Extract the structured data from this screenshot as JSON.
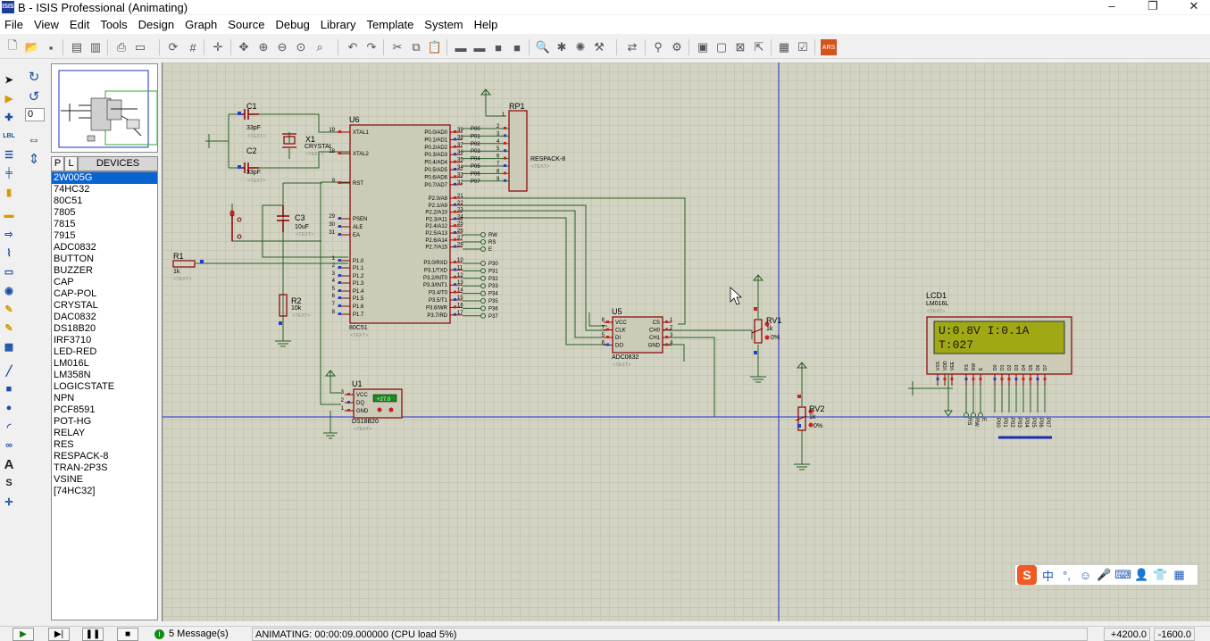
{
  "window": {
    "title": "B - ISIS Professional (Animating)",
    "app_icon": "ISIS",
    "controls": {
      "minimize": "–",
      "maximize": "❐",
      "close": "✕"
    }
  },
  "menu": [
    "File",
    "View",
    "Edit",
    "Tools",
    "Design",
    "Graph",
    "Source",
    "Debug",
    "Library",
    "Template",
    "System",
    "Help"
  ],
  "left_panel": {
    "angle_value": "0",
    "tabs": {
      "pick": "P",
      "library": "L",
      "header": "DEVICES"
    },
    "devices": [
      "2W005G",
      "74HC32",
      "80C51",
      "7805",
      "7815",
      "7915",
      "ADC0832",
      "BUTTON",
      "BUZZER",
      "CAP",
      "CAP-POL",
      "CRYSTAL",
      "DAC0832",
      "DS18B20",
      "IRF3710",
      "LED-RED",
      "LM016L",
      "LM358N",
      "LOGICSTATE",
      "NPN",
      "PCF8591",
      "POT-HG",
      "RELAY",
      "RES",
      "RESPACK-8",
      "TRAN-2P3S",
      "VSINE",
      "[74HC32]"
    ],
    "selected_device": "2W005G"
  },
  "schematic": {
    "text_placeholder": "<TEXT>",
    "c1": {
      "ref": "C1",
      "value": "33pF"
    },
    "c2": {
      "ref": "C2",
      "value": "33pF"
    },
    "c3": {
      "ref": "C3",
      "value": "10uF"
    },
    "x1": {
      "ref": "X1",
      "value": "CRYSTAL"
    },
    "r1": {
      "ref": "R1",
      "value": "1k"
    },
    "r2": {
      "ref": "R2",
      "value": "10k"
    },
    "u6": {
      "ref": "U6",
      "part": "80C51",
      "left_pins": [
        {
          "num": "19",
          "name": "XTAL1"
        },
        {
          "num": "18",
          "name": "XTAL2"
        },
        {
          "num": "9",
          "name": "RST"
        },
        {
          "num": "29",
          "name": "PSEN"
        },
        {
          "num": "30",
          "name": "ALE"
        },
        {
          "num": "31",
          "name": "EA"
        },
        {
          "num": "1",
          "name": "P1.0"
        },
        {
          "num": "2",
          "name": "P1.1"
        },
        {
          "num": "3",
          "name": "P1.2"
        },
        {
          "num": "4",
          "name": "P1.3"
        },
        {
          "num": "5",
          "name": "P1.4"
        },
        {
          "num": "6",
          "name": "P1.5"
        },
        {
          "num": "7",
          "name": "P1.6"
        },
        {
          "num": "8",
          "name": "P1.7"
        }
      ],
      "p0_pins": [
        {
          "num": "39",
          "name": "P0.0/AD0"
        },
        {
          "num": "38",
          "name": "P0.1/AD1"
        },
        {
          "num": "37",
          "name": "P0.2/AD2"
        },
        {
          "num": "36",
          "name": "P0.3/AD3"
        },
        {
          "num": "35",
          "name": "P0.4/AD4"
        },
        {
          "num": "34",
          "name": "P0.5/AD5"
        },
        {
          "num": "33",
          "name": "P0.6/AD6"
        },
        {
          "num": "32",
          "name": "P0.7/AD7"
        }
      ],
      "p2_pins": [
        {
          "num": "21",
          "name": "P2.0/A8"
        },
        {
          "num": "22",
          "name": "P2.1/A9"
        },
        {
          "num": "23",
          "name": "P2.2/A10"
        },
        {
          "num": "24",
          "name": "P2.3/A11"
        },
        {
          "num": "25",
          "name": "P2.4/A12"
        },
        {
          "num": "26",
          "name": "P2.5/A13"
        },
        {
          "num": "27",
          "name": "P2.6/A14"
        },
        {
          "num": "28",
          "name": "P2.7/A15"
        }
      ],
      "p3_pins": [
        {
          "num": "10",
          "name": "P3.0/RXD"
        },
        {
          "num": "11",
          "name": "P3.1/TXD"
        },
        {
          "num": "12",
          "name": "P3.2/INT0"
        },
        {
          "num": "13",
          "name": "P3.3/INT1"
        },
        {
          "num": "14",
          "name": "P3.4/T0"
        },
        {
          "num": "15",
          "name": "P3.5/T1"
        },
        {
          "num": "16",
          "name": "P3.6/WR"
        },
        {
          "num": "17",
          "name": "P3.7/RD"
        }
      ],
      "p2_labels": [
        "RW",
        "RS",
        "E"
      ],
      "p3_labels": [
        "P30",
        "P31",
        "P32",
        "P33",
        "P34",
        "P35",
        "P36",
        "P37"
      ]
    },
    "rp1": {
      "ref": "RP1",
      "part": "RESPACK-8",
      "labels": [
        "P00",
        "P01",
        "P02",
        "P03",
        "P04",
        "P05",
        "P06",
        "P07"
      ],
      "nums": [
        "1",
        "2",
        "3",
        "4",
        "5",
        "6",
        "7",
        "8",
        "9"
      ]
    },
    "u5": {
      "ref": "U5",
      "part": "ADC0832",
      "left": [
        "VCC",
        "CLK",
        "DI",
        "DO"
      ],
      "right": [
        "CS",
        "CH0",
        "CH1",
        "GND"
      ],
      "left_nums": [
        "8",
        "7",
        "5",
        "6"
      ],
      "right_nums": [
        "1",
        "2",
        "3",
        "4"
      ]
    },
    "rv1": {
      "ref": "RV1",
      "value": "1k",
      "pct": "0%"
    },
    "rv2": {
      "ref": "RV2",
      "value": "1k",
      "pct": "0%"
    },
    "u1": {
      "ref": "U1",
      "part": "DS18B20",
      "pins": [
        "VCC",
        "DQ",
        "GND"
      ],
      "nums": [
        "3",
        "2",
        "1"
      ],
      "reading": "+27.0"
    },
    "lcd1": {
      "ref": "LCD1",
      "part": "LM016L",
      "line1": "U:0.8V  I:0.1A",
      "line2": "T:027",
      "pin_names": [
        "VSS",
        "VDD",
        "VEE",
        "RS",
        "RW",
        "E",
        "D0",
        "D1",
        "D2",
        "D3",
        "D4",
        "D5",
        "D6",
        "D7"
      ],
      "net_labels": [
        "RS",
        "RW",
        "E",
        "P00",
        "P01",
        "P02",
        "P03",
        "P04",
        "P05",
        "P06",
        "P07"
      ]
    }
  },
  "status": {
    "messages": "5 Message(s)",
    "animating": "ANIMATING: 00:00:09.000000 (CPU load 5%)",
    "coord_x": "+4200.0",
    "coord_y": "-1600.0"
  },
  "ime": {
    "logo": "S",
    "lang": "中"
  }
}
